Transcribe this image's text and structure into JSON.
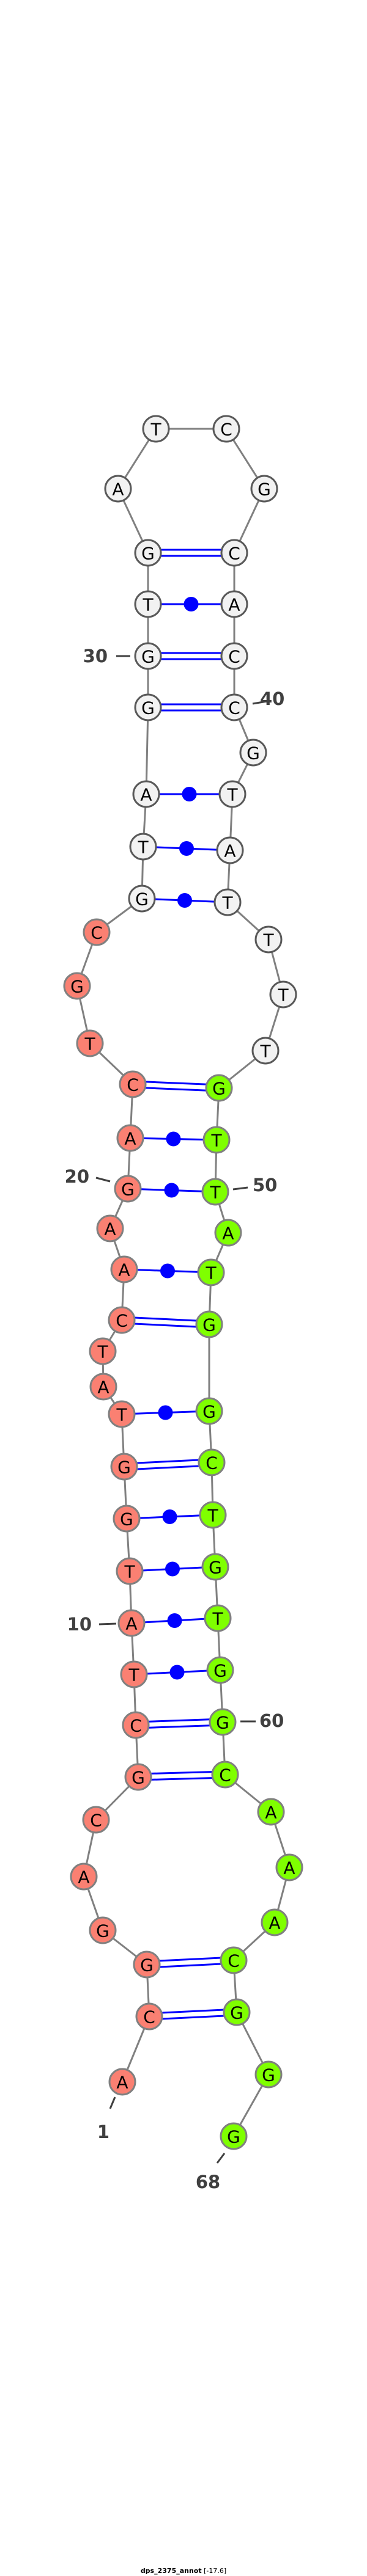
{
  "structure": {
    "name": "dps_2375_annot",
    "energy": "[-17.6]",
    "sequence": "ACGGACGCTATGGTATCAAGACTGCGTAGGTGATCGCACCGTATTTTGTTATGGCTGTGGCAAACGGG",
    "pairs": [
      [
        2,
        66
      ],
      [
        3,
        65
      ],
      [
        7,
        61
      ],
      [
        8,
        60
      ],
      [
        9,
        59
      ],
      [
        10,
        58
      ],
      [
        11,
        57
      ],
      [
        12,
        56
      ],
      [
        13,
        55
      ],
      [
        14,
        54
      ],
      [
        17,
        53
      ],
      [
        18,
        52
      ],
      [
        20,
        50
      ],
      [
        21,
        49
      ],
      [
        22,
        48
      ],
      [
        26,
        44
      ],
      [
        27,
        43
      ],
      [
        28,
        42
      ],
      [
        29,
        40
      ],
      [
        30,
        39
      ],
      [
        31,
        38
      ],
      [
        32,
        37
      ]
    ],
    "position_labels": [
      "1",
      "10",
      "20",
      "30",
      "40",
      "50",
      "60",
      "68"
    ],
    "regions": [
      {
        "from": 1,
        "to": 25,
        "color": "#fa8072"
      },
      {
        "from": 26,
        "to": 47,
        "color": "#f2f2f2"
      },
      {
        "from": 48,
        "to": 68,
        "color": "#7fff00"
      }
    ],
    "colors": {
      "backbone": "#808080",
      "pair": "#0000ff",
      "outline_colored": "#808080",
      "outline_plain": "#595959"
    }
  }
}
